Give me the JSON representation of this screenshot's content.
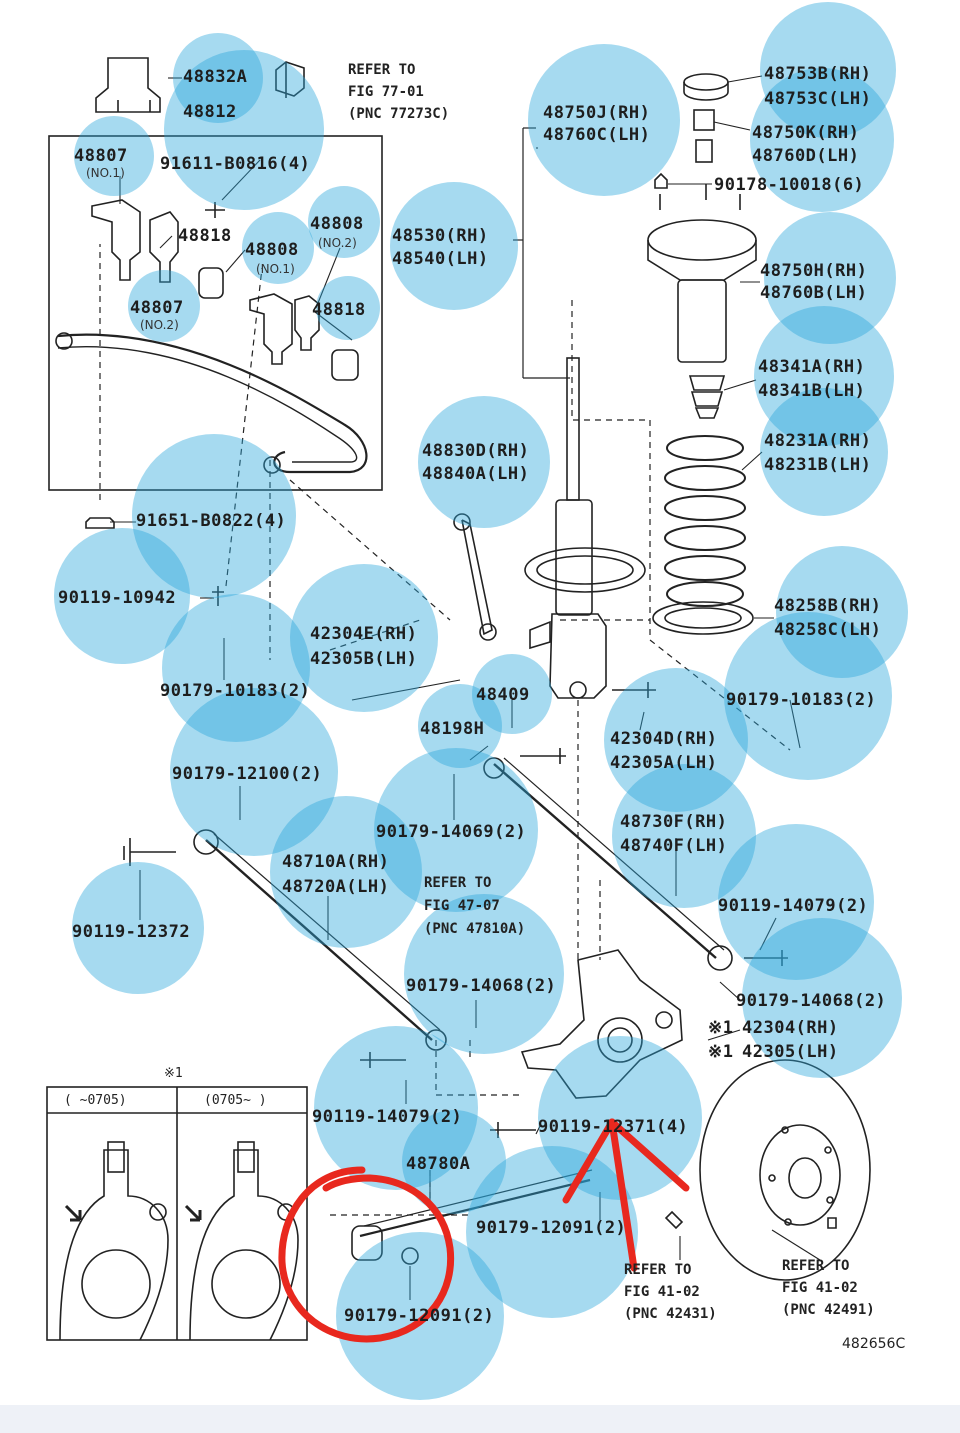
{
  "labels": {
    "p48832A": "48832A",
    "p48812": "48812",
    "refer77a": "REFER TO",
    "refer77b": "FIG 77-01",
    "refer77c": "(PNC 77273C)",
    "p48807a": "48807",
    "p48807a_sub": "(NO.1)",
    "p91611": "91611-B0816(4)",
    "p48818a": "48818",
    "p48808a": "48808",
    "p48808a_sub": "(NO.1)",
    "p48808b": "48808",
    "p48808b_sub": "(NO.2)",
    "p48807b": "48807",
    "p48807b_sub": "(NO.2)",
    "p48818b": "48818",
    "p91651": "91651-B0822(4)",
    "p90119_10942": "90119-10942",
    "p90179_10183a": "90179-10183(2)",
    "p42304E": "42304E(RH)",
    "p42305B": "42305B(LH)",
    "p48750J": "48750J(RH)",
    "p48760C": "48760C(LH)",
    "p48530": "48530(RH)",
    "p48540": "48540(LH)",
    "p48753B": "48753B(RH)",
    "p48753C": "48753C(LH)",
    "p48750K": "48750K(RH)",
    "p48760D": "48760D(LH)",
    "p90178": "90178-10018(6)",
    "p48750H": "48750H(RH)",
    "p48760B": "48760B(LH)",
    "p48341A": "48341A(RH)",
    "p48341B": "48341B(LH)",
    "p48830D": "48830D(RH)",
    "p48840A": "48840A(LH)",
    "p48231A": "48231A(RH)",
    "p48231B": "48231B(LH)",
    "p48258B": "48258B(RH)",
    "p48258C": "48258C(LH)",
    "p90179_10183b": "90179-10183(2)",
    "p48409": "48409",
    "p48198H": "48198H",
    "p42304D": "42304D(RH)",
    "p42305A": "42305A(LH)",
    "p90179_12100": "90179-12100(2)",
    "p90179_14069": "90179-14069(2)",
    "p48730F": "48730F(RH)",
    "p48740F": "48740F(LH)",
    "p48710A": "48710A(RH)",
    "p48720A": "48720A(LH)",
    "refer47a": "REFER TO",
    "refer47b": "FIG 47-07",
    "refer47c": "(PNC 47810A)",
    "p90119_12372": "90119-12372",
    "p90119_14079a": "90119-14079(2)",
    "p90179_14068a": "90179-14068(2)",
    "p90179_14068b": "90179-14068(2)",
    "p42304": "42304(RH)",
    "p42305": "42305(LH)",
    "star1a": "※1",
    "star1b": "※1",
    "p90119_14079b": "90119-14079(2)",
    "p90119_12371": "90119-12371(4)",
    "p48780A": "48780A",
    "p90179_12091a": "90179-12091(2)",
    "p90179_12091b": "90179-12091(2)",
    "refer41a_1": "REFER TO",
    "refer41a_2": "FIG 41-02",
    "refer41a_3": "(PNC 42431)",
    "refer41b_1": "REFER TO",
    "refer41b_2": "FIG 41-02",
    "refer41b_3": "(PNC 42491)",
    "inset_star": "※1",
    "inset_left": "(   ~0705)",
    "inset_right": "(0705~   )",
    "figure_no": "482656C"
  },
  "colors": {
    "bubble": "#2aa6dc",
    "annotation": "#e8281e",
    "line": "#222222"
  }
}
